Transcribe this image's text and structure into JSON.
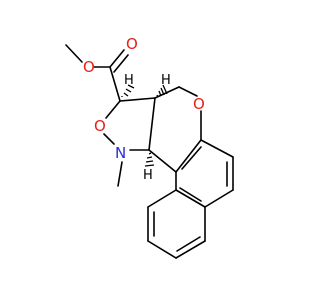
{
  "molecule": {
    "atoms": {
      "o_carbonyl": "O",
      "o_ester": "O",
      "o_isoxazolidine": "O",
      "n_ring": "N",
      "o_pyran": "O",
      "h_top": "H",
      "h_left": "H",
      "h_bottom": "H"
    },
    "colors": {
      "bond": "#000000",
      "oxygen": "#e8201b",
      "nitrogen": "#2b2bd6",
      "hydrogen": "#000000"
    }
  }
}
